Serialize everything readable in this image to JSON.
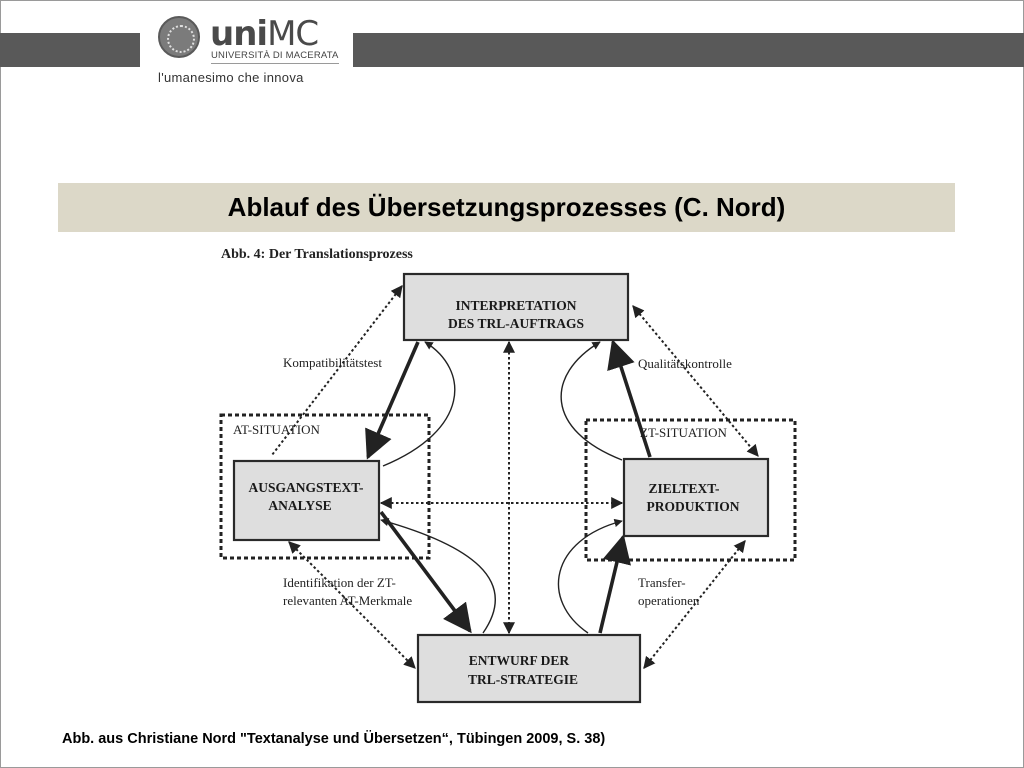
{
  "header": {
    "logo_word_bold": "uni",
    "logo_word_rest": "MC",
    "logo_subtitle": "UNIVERSITÀ DI MACERATA",
    "tagline": "l'umanesimo che innova"
  },
  "slide": {
    "title": "Ablauf des Übersetzungsprozesses (C. Nord)",
    "caption": "Abb. aus Christiane Nord \"Textanalyse und Übersetzen“, Tübingen 2009, S. 38)"
  },
  "diagram": {
    "figure_title": "Abb. 4: Der Translationsprozess",
    "boxes": {
      "interpretation": [
        "INTERPRETATION",
        "DES TRL-AUFTRAGS"
      ],
      "ausgangstext": [
        "AUSGANGSTEXT-",
        "ANALYSE"
      ],
      "zieltext": [
        "ZIELTEXT-",
        "PRODUKTION"
      ],
      "entwurf": [
        "ENTWURF DER",
        "TRL-STRATEGIE"
      ]
    },
    "regions": {
      "at_situation": "AT-SITUATION",
      "zt_situation": "ZT-SITUATION"
    },
    "edge_labels": {
      "kompatibilitaet": "Kompatibilitätstest",
      "qualitaet": "Qualitätskontrolle",
      "identifikation": [
        "Identifikation der ZT-",
        "relevanten AT-Merkmale"
      ],
      "transfer": [
        "Transfer-",
        "operationen"
      ]
    }
  }
}
